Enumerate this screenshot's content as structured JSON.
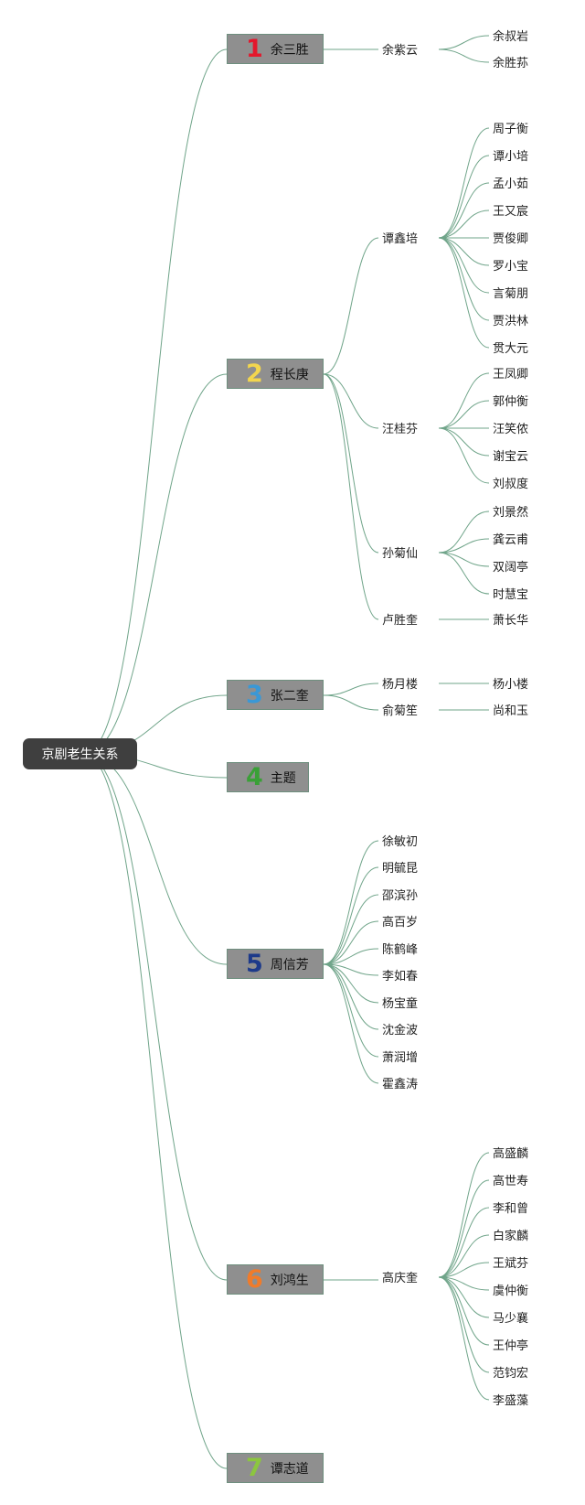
{
  "root": {
    "label": "京剧老生关系"
  },
  "branches": [
    {
      "badge": "1",
      "badge_color": "#e4172c",
      "name": "余三胜",
      "children": [
        {
          "name": "余紫云",
          "children": [
            "余叔岩",
            "余胜荪"
          ]
        }
      ]
    },
    {
      "badge": "2",
      "badge_color": "#f3d64e",
      "name": "程长庚",
      "children": [
        {
          "name": "谭鑫培",
          "children": [
            "周子衡",
            "谭小培",
            "孟小茹",
            "王又宸",
            "贾俊卿",
            "罗小宝",
            "言菊朋",
            "贾洪林",
            "贯大元"
          ]
        },
        {
          "name": "汪桂芬",
          "children": [
            "王凤卿",
            "郭仲衡",
            "汪笑侬",
            "谢宝云",
            "刘叔度"
          ]
        },
        {
          "name": "孙菊仙",
          "children": [
            "刘景然",
            "龚云甫",
            "双阔亭",
            "时慧宝"
          ]
        },
        {
          "name": "卢胜奎",
          "children": [
            "萧长华"
          ]
        }
      ]
    },
    {
      "badge": "3",
      "badge_color": "#3a98d6",
      "name": "张二奎",
      "children": [
        {
          "name": "杨月楼",
          "children": [
            "杨小楼"
          ]
        },
        {
          "name": "俞菊笙",
          "children": [
            "尚和玉"
          ]
        }
      ]
    },
    {
      "badge": "4",
      "badge_color": "#3aa037",
      "name": "主题",
      "children": []
    },
    {
      "badge": "5",
      "badge_color": "#1d3a8a",
      "name": "周信芳",
      "children": [
        {
          "name": "徐敏初",
          "children": []
        },
        {
          "name": "明毓昆",
          "children": []
        },
        {
          "name": "邵滨孙",
          "children": []
        },
        {
          "name": "高百岁",
          "children": []
        },
        {
          "name": "陈鹤峰",
          "children": []
        },
        {
          "name": "李如春",
          "children": []
        },
        {
          "name": "杨宝童",
          "children": []
        },
        {
          "name": "沈金波",
          "children": []
        },
        {
          "name": "萧润增",
          "children": []
        },
        {
          "name": "霍鑫涛",
          "children": []
        }
      ]
    },
    {
      "badge": "6",
      "badge_color": "#f07b2a",
      "name": "刘鸿生",
      "children": [
        {
          "name": "高庆奎",
          "children": [
            "高盛麟",
            "高世寿",
            "李和曾",
            "白家麟",
            "王斌芬",
            "虞仲衡",
            "马少襄",
            "王仲亭",
            "范钧宏",
            "李盛藻"
          ]
        }
      ]
    },
    {
      "badge": "7",
      "badge_color": "#8cc63f",
      "name": "谭志道",
      "children": []
    }
  ]
}
